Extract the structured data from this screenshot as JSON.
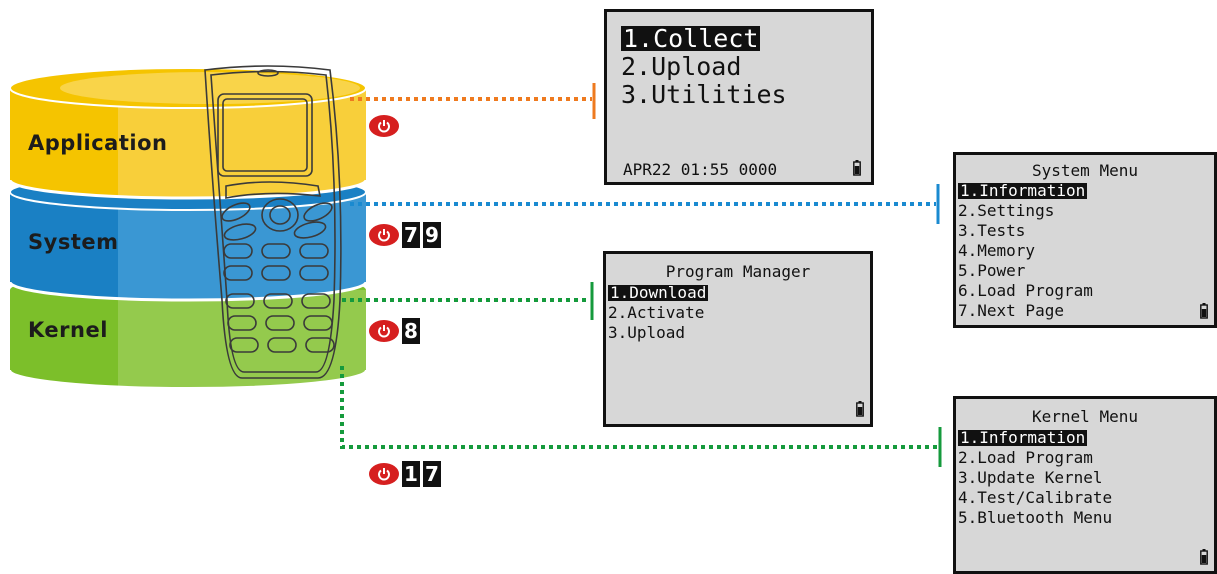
{
  "layers": [
    {
      "id": "application",
      "label": "Application",
      "color": "#f5c400"
    },
    {
      "id": "system",
      "label": "System",
      "color": "#1a8ad0"
    },
    {
      "id": "kernel",
      "label": "Kernel",
      "color": "#7cbf2a"
    }
  ],
  "key_sequences": {
    "application": {
      "keys": []
    },
    "system": {
      "keys": [
        "7",
        "9"
      ]
    },
    "program_manager": {
      "keys": [
        "8"
      ]
    },
    "kernel": {
      "keys": [
        "1",
        "7"
      ]
    }
  },
  "screens": {
    "application": {
      "items": [
        "1.Collect",
        "2.Upload",
        "3.Utilities"
      ],
      "selected": 0,
      "status": "APR22 01:55 0000"
    },
    "system": {
      "title": "System Menu",
      "items": [
        "1.Information",
        "2.Settings",
        "3.Tests",
        "4.Memory",
        "5.Power",
        "6.Load Program",
        "7.Next Page"
      ],
      "selected": 0
    },
    "program_manager": {
      "title": "Program Manager",
      "items": [
        "1.Download",
        "2.Activate",
        "3.Upload"
      ],
      "selected": 0
    },
    "kernel": {
      "title": "Kernel Menu",
      "items": [
        "1.Information",
        "2.Load Program",
        "3.Update Kernel",
        "4.Test/Calibrate",
        "5.Bluetooth Menu"
      ],
      "selected": 0
    }
  },
  "connector_colors": {
    "application": "#ee7a1f",
    "system": "#1a8ad0",
    "program_manager": "#159a3c",
    "kernel": "#159a3c"
  }
}
